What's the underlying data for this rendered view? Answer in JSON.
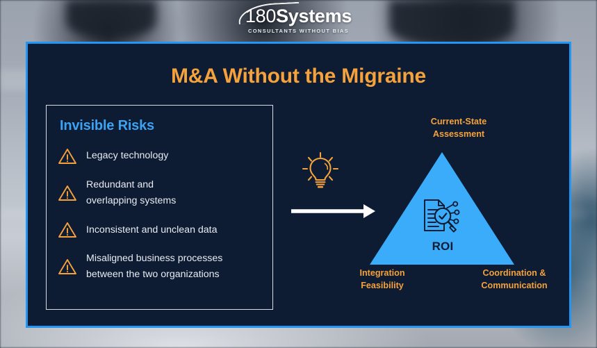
{
  "brand": {
    "logo_main_prefix": "180",
    "logo_main_bold": "Systems",
    "logo_tagline": "CONSULTANTS WITHOUT BIAS"
  },
  "slide": {
    "headline": "M&A Without the Migraine",
    "panel_border_color": "#2196f3",
    "panel_bg_color": "#0d1b33",
    "accent_orange": "#f5a23c",
    "accent_blue": "#3da2f2"
  },
  "risks": {
    "title": "Invisible Risks",
    "items": [
      {
        "text": "Legacy technology"
      },
      {
        "text": "Redundant and\noverlapping systems"
      },
      {
        "text": "Inconsistent and unclean data"
      },
      {
        "text": "Misaligned business processes\nbetween the two organizations"
      }
    ]
  },
  "connector": {
    "bulb_icon": "lightbulb-icon",
    "arrow_icon": "right-arrow-icon",
    "arrow_color": "#ffffff",
    "bulb_color": "#f5a23c"
  },
  "triangle": {
    "fill_color": "#3bacfa",
    "center_label": "ROI",
    "center_icon": "document-magnifier-analysis-icon",
    "corner_labels": {
      "top": "Current-State\nAssessment",
      "bottom_left": "Integration\nFeasibility",
      "bottom_right": "Coordination &\nCommunication"
    }
  }
}
